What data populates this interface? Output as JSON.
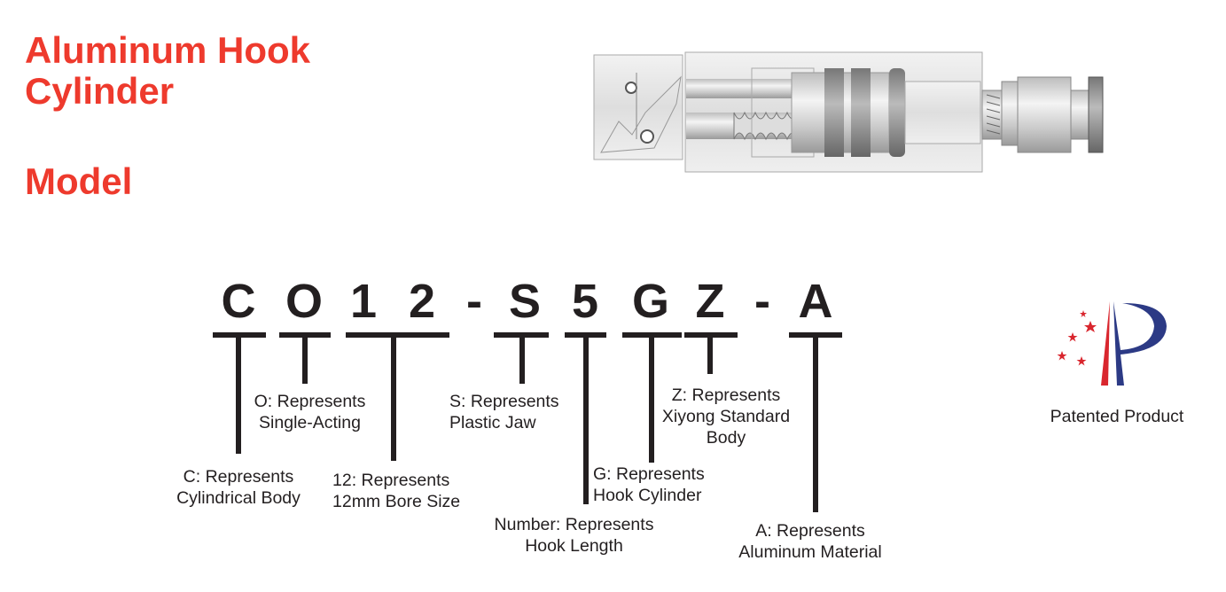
{
  "header": {
    "title_line1": "Aluminum Hook",
    "title_line2": "Cylinder",
    "subtitle": "Model",
    "title_color": "#ee3a2d"
  },
  "product_image": {
    "alt": "Aluminum hook cylinder cutaway illustration"
  },
  "model_code": {
    "full": "CO12-S5GZ-A",
    "characters": [
      "C",
      "O",
      "1",
      "2",
      "-",
      "S",
      "5",
      "G",
      "Z",
      "-",
      "A"
    ]
  },
  "segments": [
    {
      "code": "C",
      "line1": "C: Represents",
      "line2": "Cylindrical Body"
    },
    {
      "code": "O",
      "line1": "O: Represents",
      "line2": "Single-Acting"
    },
    {
      "code": "12",
      "line1": "12: Represents",
      "line2": "12mm Bore Size"
    },
    {
      "code": "S",
      "line1": "S: Represents",
      "line2": "Plastic Jaw"
    },
    {
      "code": "5",
      "line1": "Number: Represents",
      "line2": "Hook Length"
    },
    {
      "code": "G",
      "line1": "G: Represents",
      "line2": "Hook Cylinder"
    },
    {
      "code": "Z",
      "line1": "Z: Represents",
      "line2": "Xiyong Standard",
      "line3": "Body"
    },
    {
      "code": "A",
      "line1": "A: Represents",
      "line2": "Aluminum Material"
    }
  ],
  "patent": {
    "label": "Patented Product",
    "colors": {
      "red": "#d9262e",
      "blue": "#2c3a85"
    }
  }
}
